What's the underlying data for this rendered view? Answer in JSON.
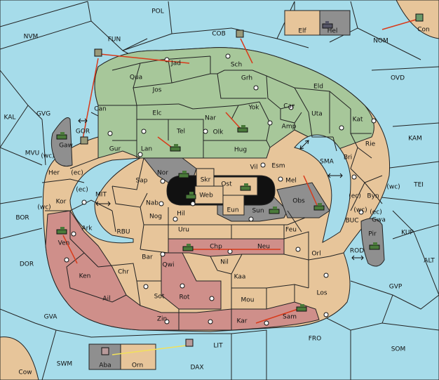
{
  "colors": {
    "sea": "#a6dcea",
    "neutral": "#e7c59a",
    "green": "#a7c79a",
    "red": "#cf8f8a",
    "gray": "#8f8f8f",
    "black": "#111111",
    "arrow_red": "#d93a1a",
    "arrow_yellow": "#f2e15a"
  },
  "icons": {
    "army": "army-icon",
    "fleet": "fleet-icon",
    "supply_center": "supply-center-icon"
  },
  "sea_labels": [
    "POL",
    "NVM",
    "FUN",
    "COB",
    "NOM",
    "OVD",
    "KAL",
    "GVG",
    "GOR",
    "KAM",
    "MVU",
    "MIT",
    "SMA",
    "TEI",
    "BOR",
    "RBU",
    "BUC",
    "KUP",
    "DOR",
    "ROD",
    "ALT",
    "GVP",
    "GVA",
    "LIT",
    "FRO",
    "SOM",
    "SWM",
    "DAX",
    "Cow"
  ],
  "land_labels": [
    "Elf",
    "Hel",
    "Con",
    "Jad",
    "Sch",
    "Qua",
    "Jos",
    "Grh",
    "Eld",
    "Can",
    "Elc",
    "Nar",
    "Yok",
    "Car",
    "Uta",
    "Kat",
    "Tel",
    "Olk",
    "Amp",
    "Gaw",
    "Gur",
    "Lan",
    "Hug",
    "Rie",
    "Bri",
    "Her",
    "Nor",
    "Skr",
    "Ost",
    "Vil",
    "Esm",
    "Sap",
    "Web",
    "Mel",
    "Byn",
    "Kor",
    "Nab",
    "Eun",
    "Sun",
    "Obs",
    "Gwa",
    "Hil",
    "Nog",
    "Ark",
    "Uru",
    "Feu",
    "Pir",
    "Ven",
    "Chp",
    "Neu",
    "Orl",
    "Bar",
    "Qwi",
    "Nil",
    "Ken",
    "Chr",
    "Kaa",
    "Los",
    "Rot",
    "Ail",
    "Sot",
    "Mou",
    "Zin",
    "Kar",
    "Sam",
    "Aba",
    "Orn"
  ],
  "coast_labels": [
    "(wc)",
    "(ec)",
    "(ec)",
    "(wc)",
    "(ec)",
    "(wc)",
    "(wc)",
    "(ec)"
  ]
}
